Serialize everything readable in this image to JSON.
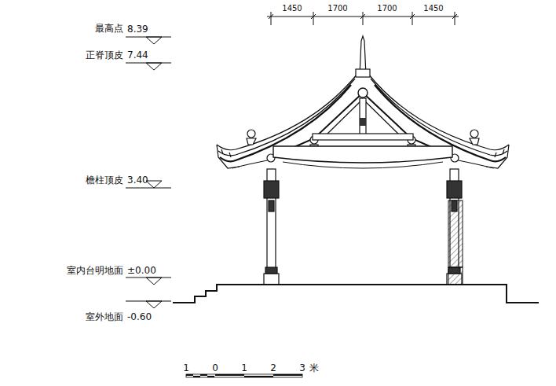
{
  "diagram": {
    "labels": [
      "1450",
      "1700",
      "1700",
      "1450",
      "最高点",
      "8.39",
      "正脊顶皮",
      "7.44",
      "檐柱顶皮",
      "3.40",
      "室内台明地面",
      "±0.00",
      "室外地面",
      "-0.60",
      "1",
      "0",
      "1",
      "2",
      "3",
      "米"
    ]
  }
}
